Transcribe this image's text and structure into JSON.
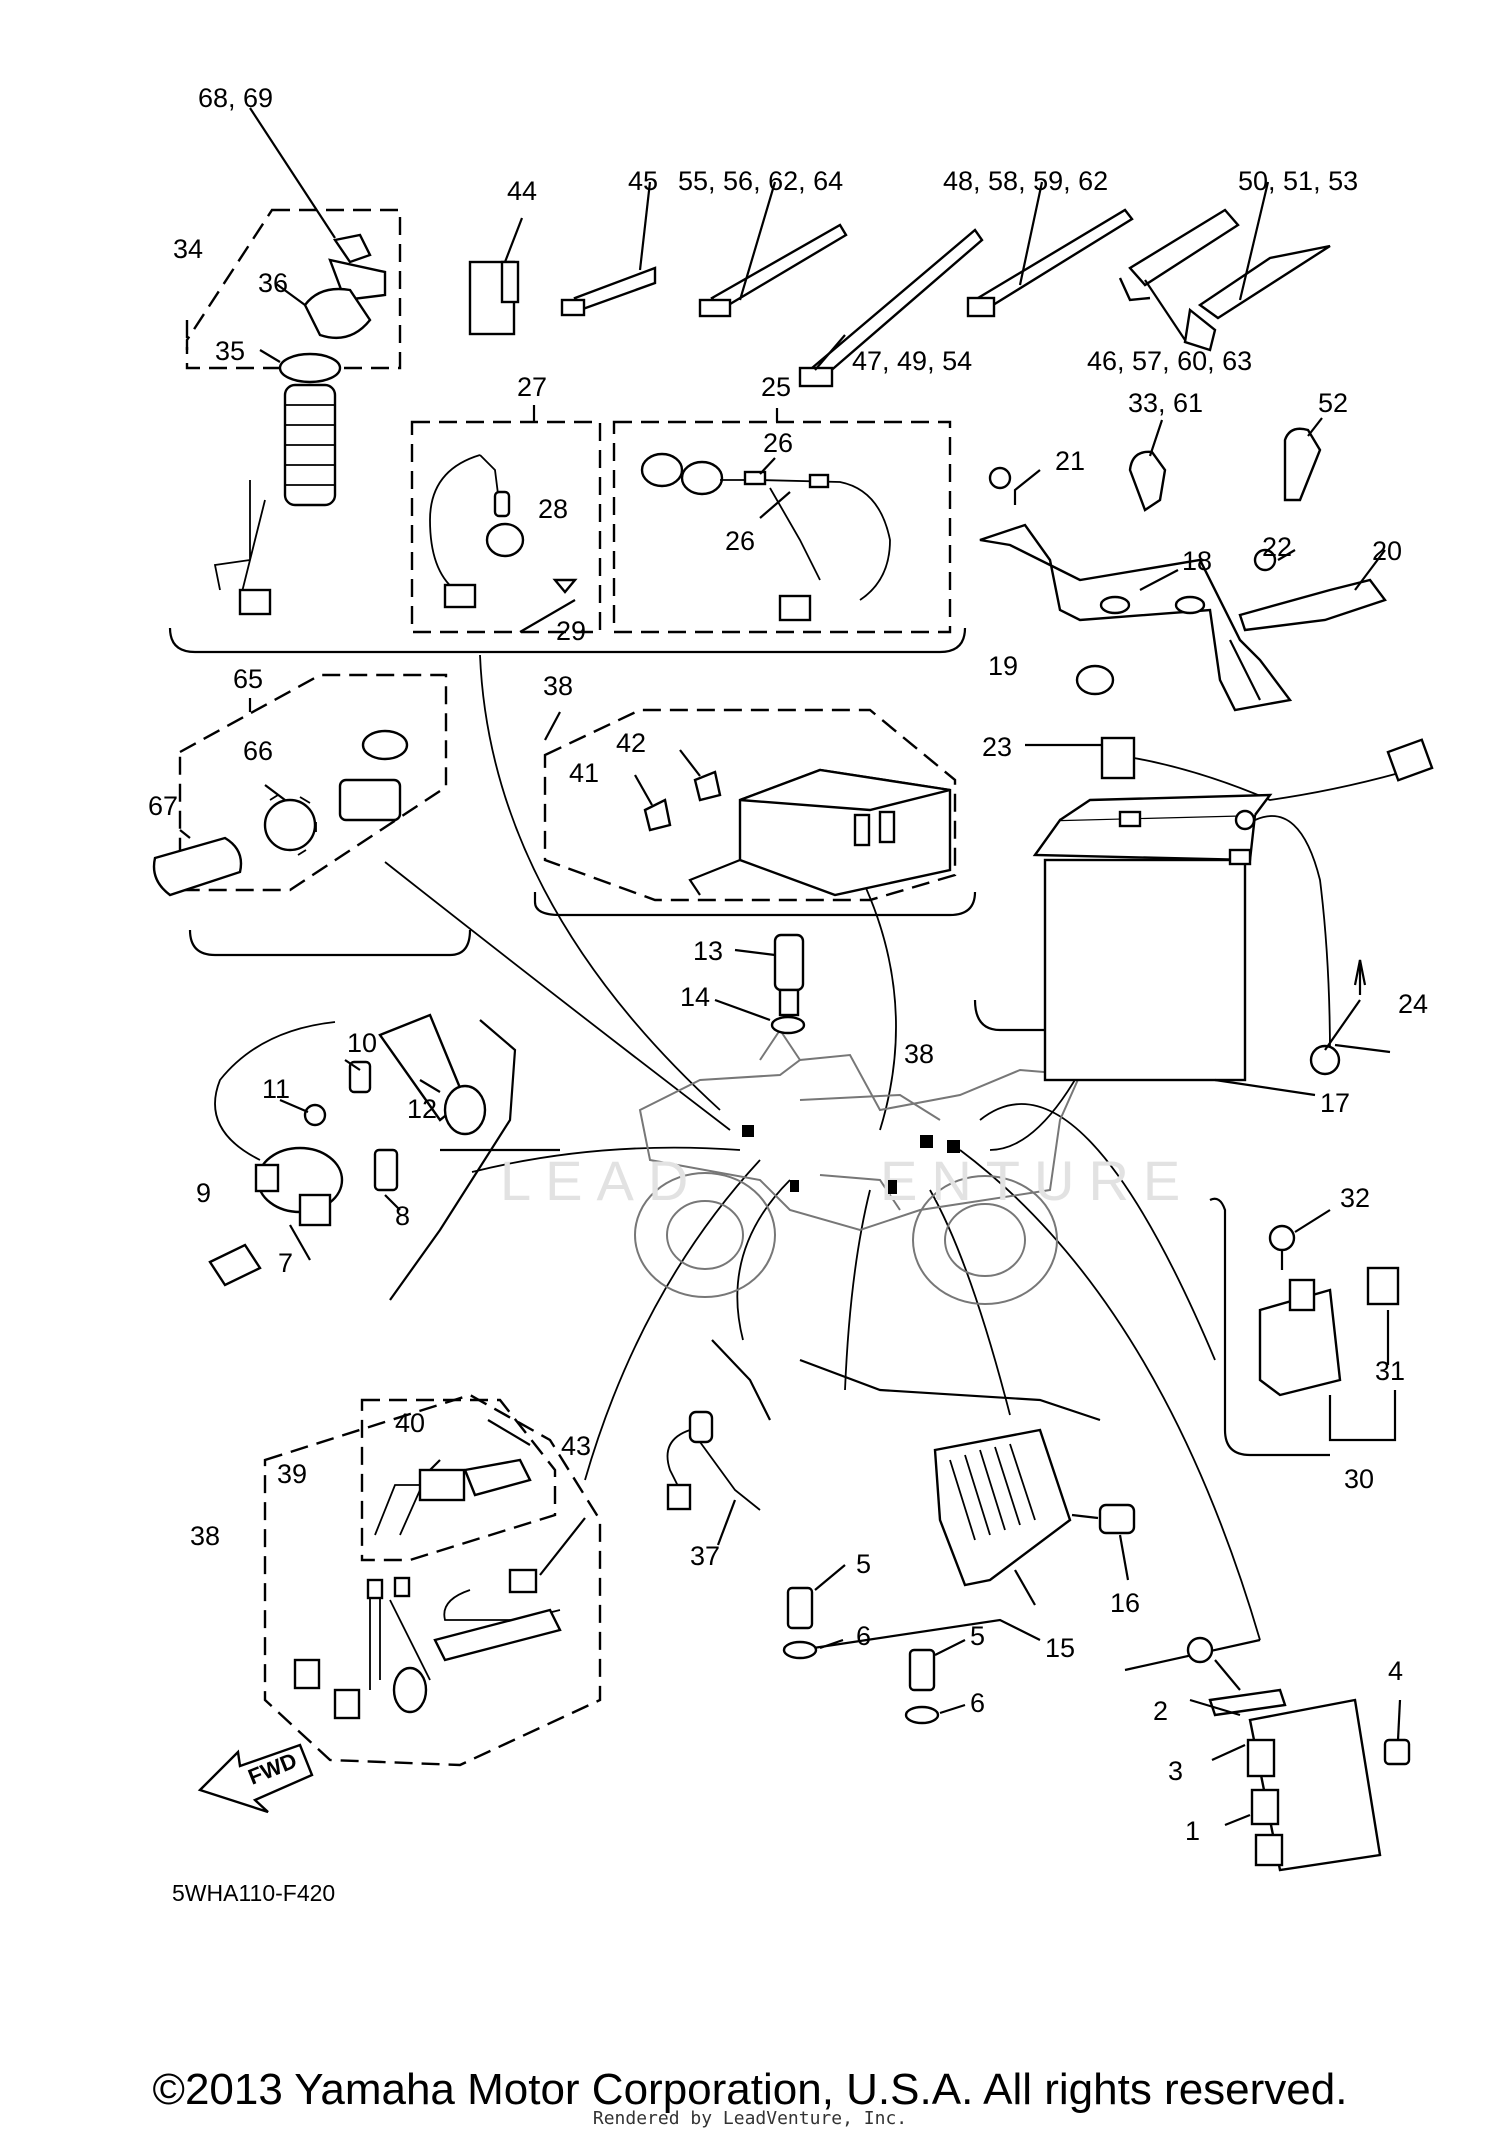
{
  "diagram": {
    "reference_code": "5WHA110-F420",
    "copyright": "©2013 Yamaha Motor Corporation, U.S.A. All rights reserved.",
    "rendered_by": "Rendered by LeadVenture, Inc.",
    "watermark": "LEADVENTURE",
    "forward_arrow_label": "FWD",
    "callouts": [
      "68, 69",
      "44",
      "45",
      "55, 56, 62, 64",
      "48, 58, 59, 62",
      "50, 51, 53",
      "34",
      "36",
      "35",
      "47, 49, 54",
      "46, 57, 60, 63",
      "27",
      "25",
      "26",
      "28",
      "26",
      "29",
      "33, 61",
      "52",
      "21",
      "22",
      "20",
      "18",
      "19",
      "65",
      "66",
      "67",
      "38",
      "42",
      "41",
      "23",
      "13",
      "14",
      "24",
      "10",
      "11",
      "12",
      "38",
      "17",
      "9",
      "8",
      "7",
      "32",
      "31",
      "30",
      "40",
      "39",
      "38",
      "43",
      "37",
      "5",
      "6",
      "15",
      "16",
      "5",
      "6",
      "2",
      "4",
      "3",
      "1"
    ]
  }
}
